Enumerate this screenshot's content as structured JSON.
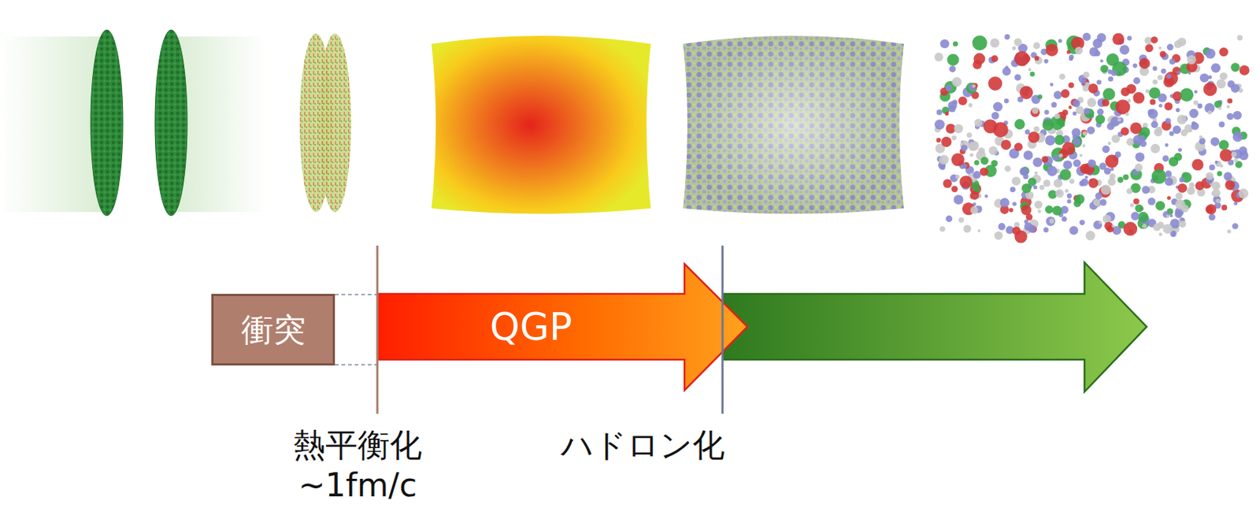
{
  "diagram": {
    "nodes": [
      {
        "text": [
          "衝突"
        ]
      },
      {
        "text": [
          "QGP"
        ]
      }
    ],
    "edges": [
      {
        "from": 0,
        "to": 1,
        "arrow": "none"
      },
      {
        "from": 0,
        "to": 1,
        "arrow": "none"
      }
    ],
    "labels": [
      "熱平衡化",
      "~1fm/c",
      "ハドロン化"
    ]
  }
}
